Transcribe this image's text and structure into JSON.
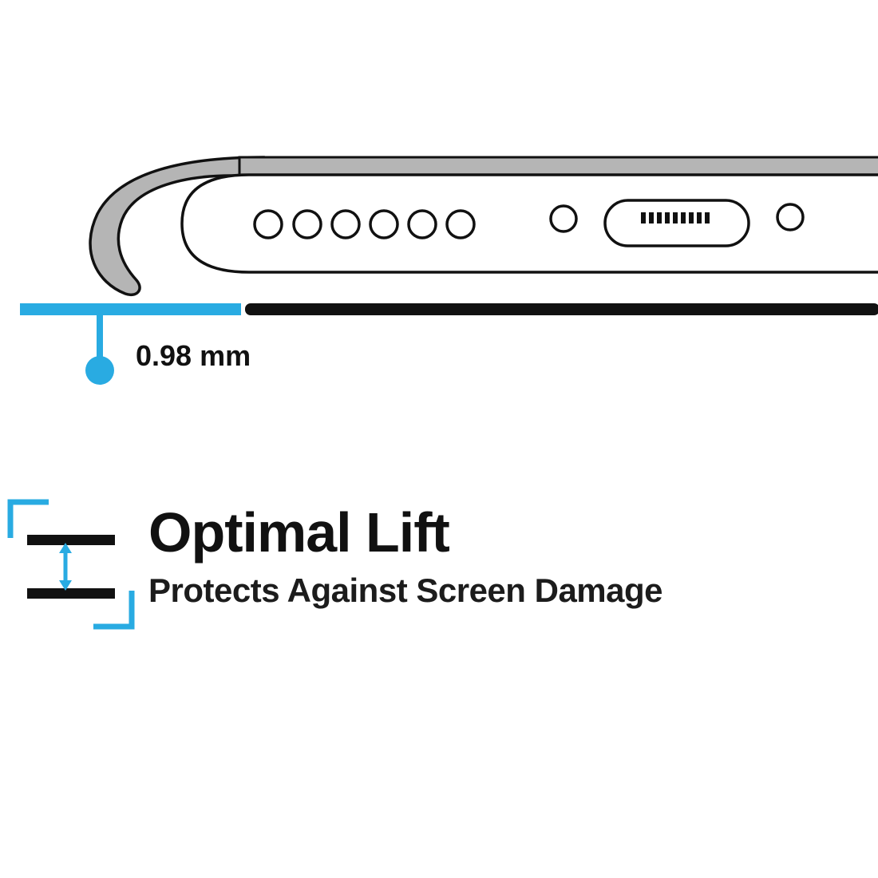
{
  "colors": {
    "accent_cyan": "#29abe2",
    "ink": "#111111",
    "case_gray": "#b5b5b5"
  },
  "illustration": {
    "description": "Side view of phone bottom edge inside a case, lifted above surface",
    "speaker_hole_count": 6,
    "port": "charging-port"
  },
  "measurement": {
    "label": "0.98 mm"
  },
  "feature": {
    "title": "Optimal Lift",
    "subtitle": "Protects Against Screen Damage"
  }
}
